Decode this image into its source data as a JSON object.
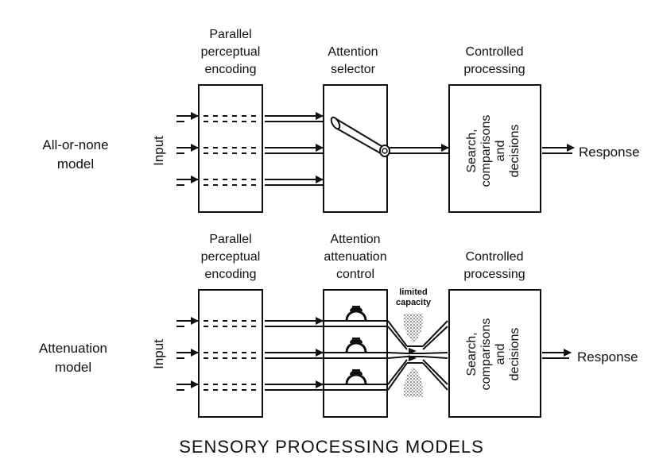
{
  "title": "SENSORY PROCESSING MODELS",
  "top": {
    "model_label_1": "All-or-none",
    "model_label_2": "model",
    "input_label": "Input",
    "stage1_line1": "Parallel",
    "stage1_line2": "perceptual",
    "stage1_line3": "encoding",
    "stage2_line1": "Attention",
    "stage2_line2": "selector",
    "stage3_line1": "Controlled",
    "stage3_line2": "processing",
    "box_text_1": "Search,",
    "box_text_2": "comparisons",
    "box_text_3": "and",
    "box_text_4": "decisions",
    "response": "Response"
  },
  "bottom": {
    "model_label_1": "Attenuation",
    "model_label_2": "model",
    "input_label": "Input",
    "stage1_line1": "Parallel",
    "stage1_line2": "perceptual",
    "stage1_line3": "encoding",
    "stage2_line1": "Attention",
    "stage2_line2": "attenuation",
    "stage2_line3": "control",
    "limited_line1": "limited",
    "limited_line2": "capacity",
    "stage3_line1": "Controlled",
    "stage3_line2": "processing",
    "box_text_1": "Search,",
    "box_text_2": "comparisons",
    "box_text_3": "and",
    "box_text_4": "decisions",
    "response": "Response"
  }
}
